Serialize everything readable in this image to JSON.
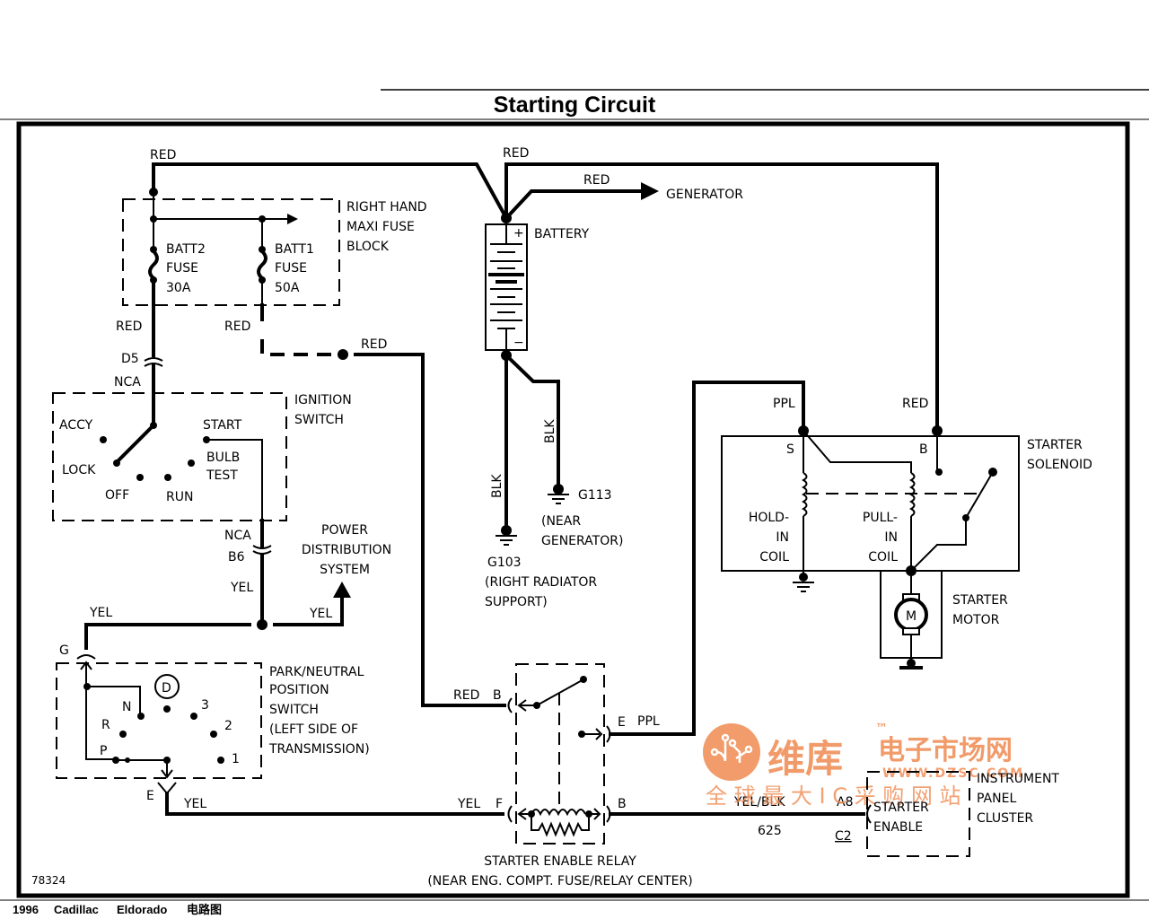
{
  "title": "Starting Circuit",
  "figure_id": "78324",
  "footer": {
    "year": "1996",
    "make": "Cadillac",
    "model": "Eldorado",
    "doc_type": "电路图"
  },
  "watermark": {
    "brand": "维库",
    "tagline": "电子市场网",
    "trademark": "™",
    "url": "WWW.DZSC.COM",
    "slogan": "全 球 最 大 I C 采 购 网 站",
    "color": "#f0915a"
  },
  "components": {
    "fuse_block": {
      "name": [
        "RIGHT HAND",
        "MAXI FUSE",
        "BLOCK"
      ],
      "fuses": [
        {
          "label": [
            "BATT2",
            "FUSE",
            "30A"
          ]
        },
        {
          "label": [
            "BATT1",
            "FUSE",
            "50A"
          ]
        }
      ]
    },
    "battery": {
      "name": "BATTERY",
      "plus": "+",
      "minus": "−"
    },
    "generator": {
      "name": "GENERATOR"
    },
    "ignition_switch": {
      "name": [
        "IGNITION",
        "SWITCH"
      ],
      "positions": [
        "ACCY",
        "LOCK",
        "OFF",
        "RUN",
        "START",
        "BULB",
        "TEST"
      ]
    },
    "power_distribution": {
      "name": [
        "POWER",
        "DISTRIBUTION",
        "SYSTEM"
      ]
    },
    "pn_switch": {
      "name": [
        "PARK/NEUTRAL",
        "POSITION",
        "SWITCH",
        "(LEFT SIDE OF",
        "TRANSMISSION)"
      ],
      "positions": [
        "P",
        "R",
        "N",
        "D",
        "3",
        "2",
        "1"
      ]
    },
    "ground_g103": {
      "id": "G103",
      "location": [
        "(RIGHT RADIATOR",
        "SUPPORT)"
      ]
    },
    "ground_g113": {
      "id": "G113",
      "location": [
        "(NEAR",
        "GENERATOR)"
      ]
    },
    "starter_solenoid": {
      "name": [
        "STARTER",
        "SOLENOID"
      ],
      "terminal_s": "S",
      "terminal_b": "B",
      "hold_coil": [
        "HOLD-",
        "IN",
        "COIL"
      ],
      "pull_coil": [
        "PULL-",
        "IN",
        "COIL"
      ]
    },
    "starter_motor": {
      "name": [
        "STARTER",
        "MOTOR"
      ],
      "symbol": "M"
    },
    "starter_enable_relay": {
      "name": "STARTER ENABLE RELAY",
      "location": "(NEAR ENG. COMPT. FUSE/RELAY CENTER)",
      "terminals": {
        "b_top": "B",
        "e": "E",
        "f": "F",
        "b_bottom": "B"
      }
    },
    "instrument_panel": {
      "name": [
        "INSTRUMENT",
        "PANEL",
        "CLUSTER"
      ],
      "inner": [
        "STARTER",
        "ENABLE"
      ],
      "pin": "A8",
      "connector": "C2"
    }
  },
  "connectors": {
    "d5": "D5",
    "nca_top": "NCA",
    "nca_b6": "NCA",
    "b6": "B6",
    "g": "G",
    "e": "E"
  },
  "wires": {
    "red_top_left": "RED",
    "red_top_batt": "RED",
    "red_generator": "RED",
    "red_fuse2_out": "RED",
    "red_fuse1_out": "RED",
    "red_relay_feed": "RED",
    "red_relay_b": "RED",
    "red_solenoid_b": "RED",
    "blk_g103": "BLK",
    "blk_g113": "BLK",
    "ppl_solenoid": "PPL",
    "ppl_relay_e": "PPL",
    "yel_b6": "YEL",
    "yel_left": "YEL",
    "yel_pds": "YEL",
    "yel_pn_out": "YEL",
    "yel_relay_f": "YEL",
    "yelblk": "YEL/BLK",
    "circuit_625": "625"
  }
}
